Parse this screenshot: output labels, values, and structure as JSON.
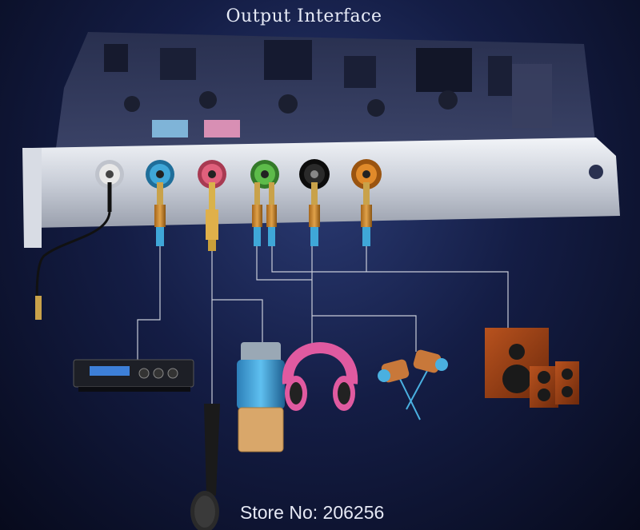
{
  "title": "Output Interface",
  "store_label": "Store No: 206256",
  "ports": [
    {
      "name": "white",
      "color": "#e8e8e8"
    },
    {
      "name": "blue",
      "color": "#3fa7d8"
    },
    {
      "name": "pink",
      "color": "#e0607c"
    },
    {
      "name": "green",
      "color": "#5dbb4a"
    },
    {
      "name": "black",
      "color": "#1c1c1c"
    },
    {
      "name": "orange",
      "color": "#e08a2a"
    }
  ],
  "colors": {
    "background": "#141d45",
    "wire": "#c8ccd8"
  }
}
